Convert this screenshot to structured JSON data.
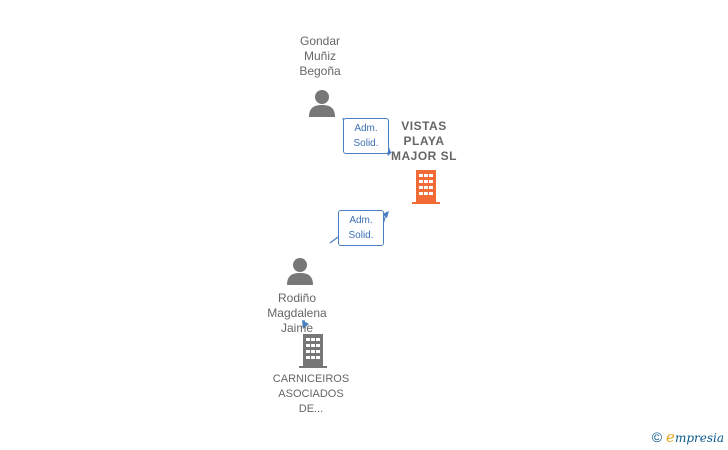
{
  "people": [
    {
      "id": "gondar",
      "name": "Gondar\nMuñiz\nBegoña"
    },
    {
      "id": "rodino",
      "name": "Rodiño\nMagdalena\nJaime"
    }
  ],
  "companies": [
    {
      "id": "vistas",
      "name": "VISTAS\nPLAYA\nMAJOR  SL",
      "color": "#f26a35"
    },
    {
      "id": "carniceiros",
      "name": "CARNICEIROS\nASOCIADOS\nDE...",
      "color": "#777777"
    }
  ],
  "relations": [
    {
      "label": "Adm.\nSolid."
    },
    {
      "label": "Adm.\nSolid."
    }
  ],
  "footer": {
    "copyright_symbol": "©",
    "brand_initial": "e",
    "brand_rest": "mpresia"
  },
  "colors": {
    "edge": "#4a7fc1",
    "person_icon": "#777777"
  }
}
